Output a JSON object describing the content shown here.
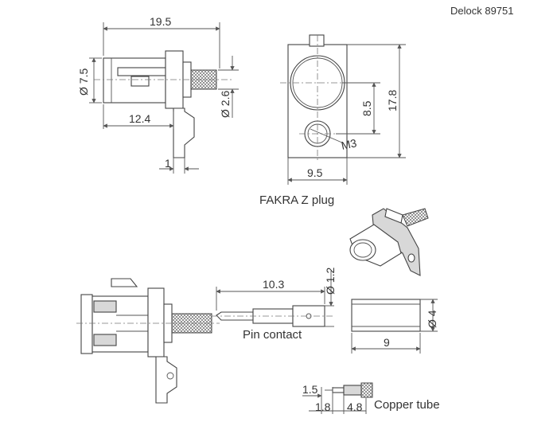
{
  "header": {
    "part_number": "Delock 89751"
  },
  "captions": {
    "connector": "FAKRA Z plug",
    "pin": "Pin contact",
    "tube": "Copper tube"
  },
  "dimensions": {
    "length_total": "19.5",
    "body_diameter": "Ø 7.5",
    "cable_diameter": "Ø 2.6",
    "body_length": "12.4",
    "flange_thickness": "1",
    "height_total": "17.8",
    "hole_offset": "8.5",
    "width": "9.5",
    "thread": "M3",
    "pin_length": "10.3",
    "pin_diameter": "Ø 1.2",
    "tube_diameter": "Ø 4",
    "tube_length": "9",
    "strip_a": "1.5",
    "strip_b": "1.8",
    "strip_c": "4.8"
  }
}
